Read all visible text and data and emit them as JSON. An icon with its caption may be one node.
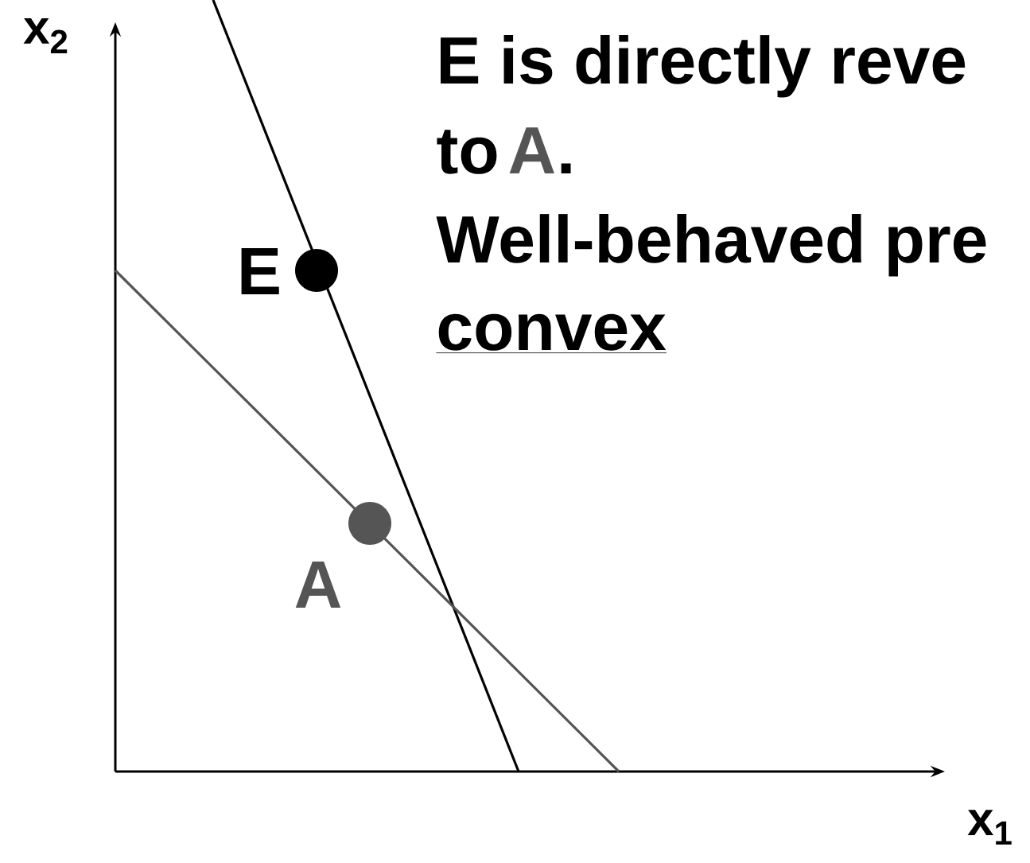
{
  "diagram": {
    "nodes": [
      {
        "text": [],
        "shape": "circle",
        "beside": [
          "E"
        ]
      },
      {
        "text": [],
        "shape": "circle",
        "beside": [
          "A"
        ]
      }
    ],
    "labels": [
      "x$_{2}$",
      "x$_{1}$",
      "E is directly reve",
      "to",
      "A",
      ".",
      "Well-behaved pre",
      "convex"
    ]
  }
}
